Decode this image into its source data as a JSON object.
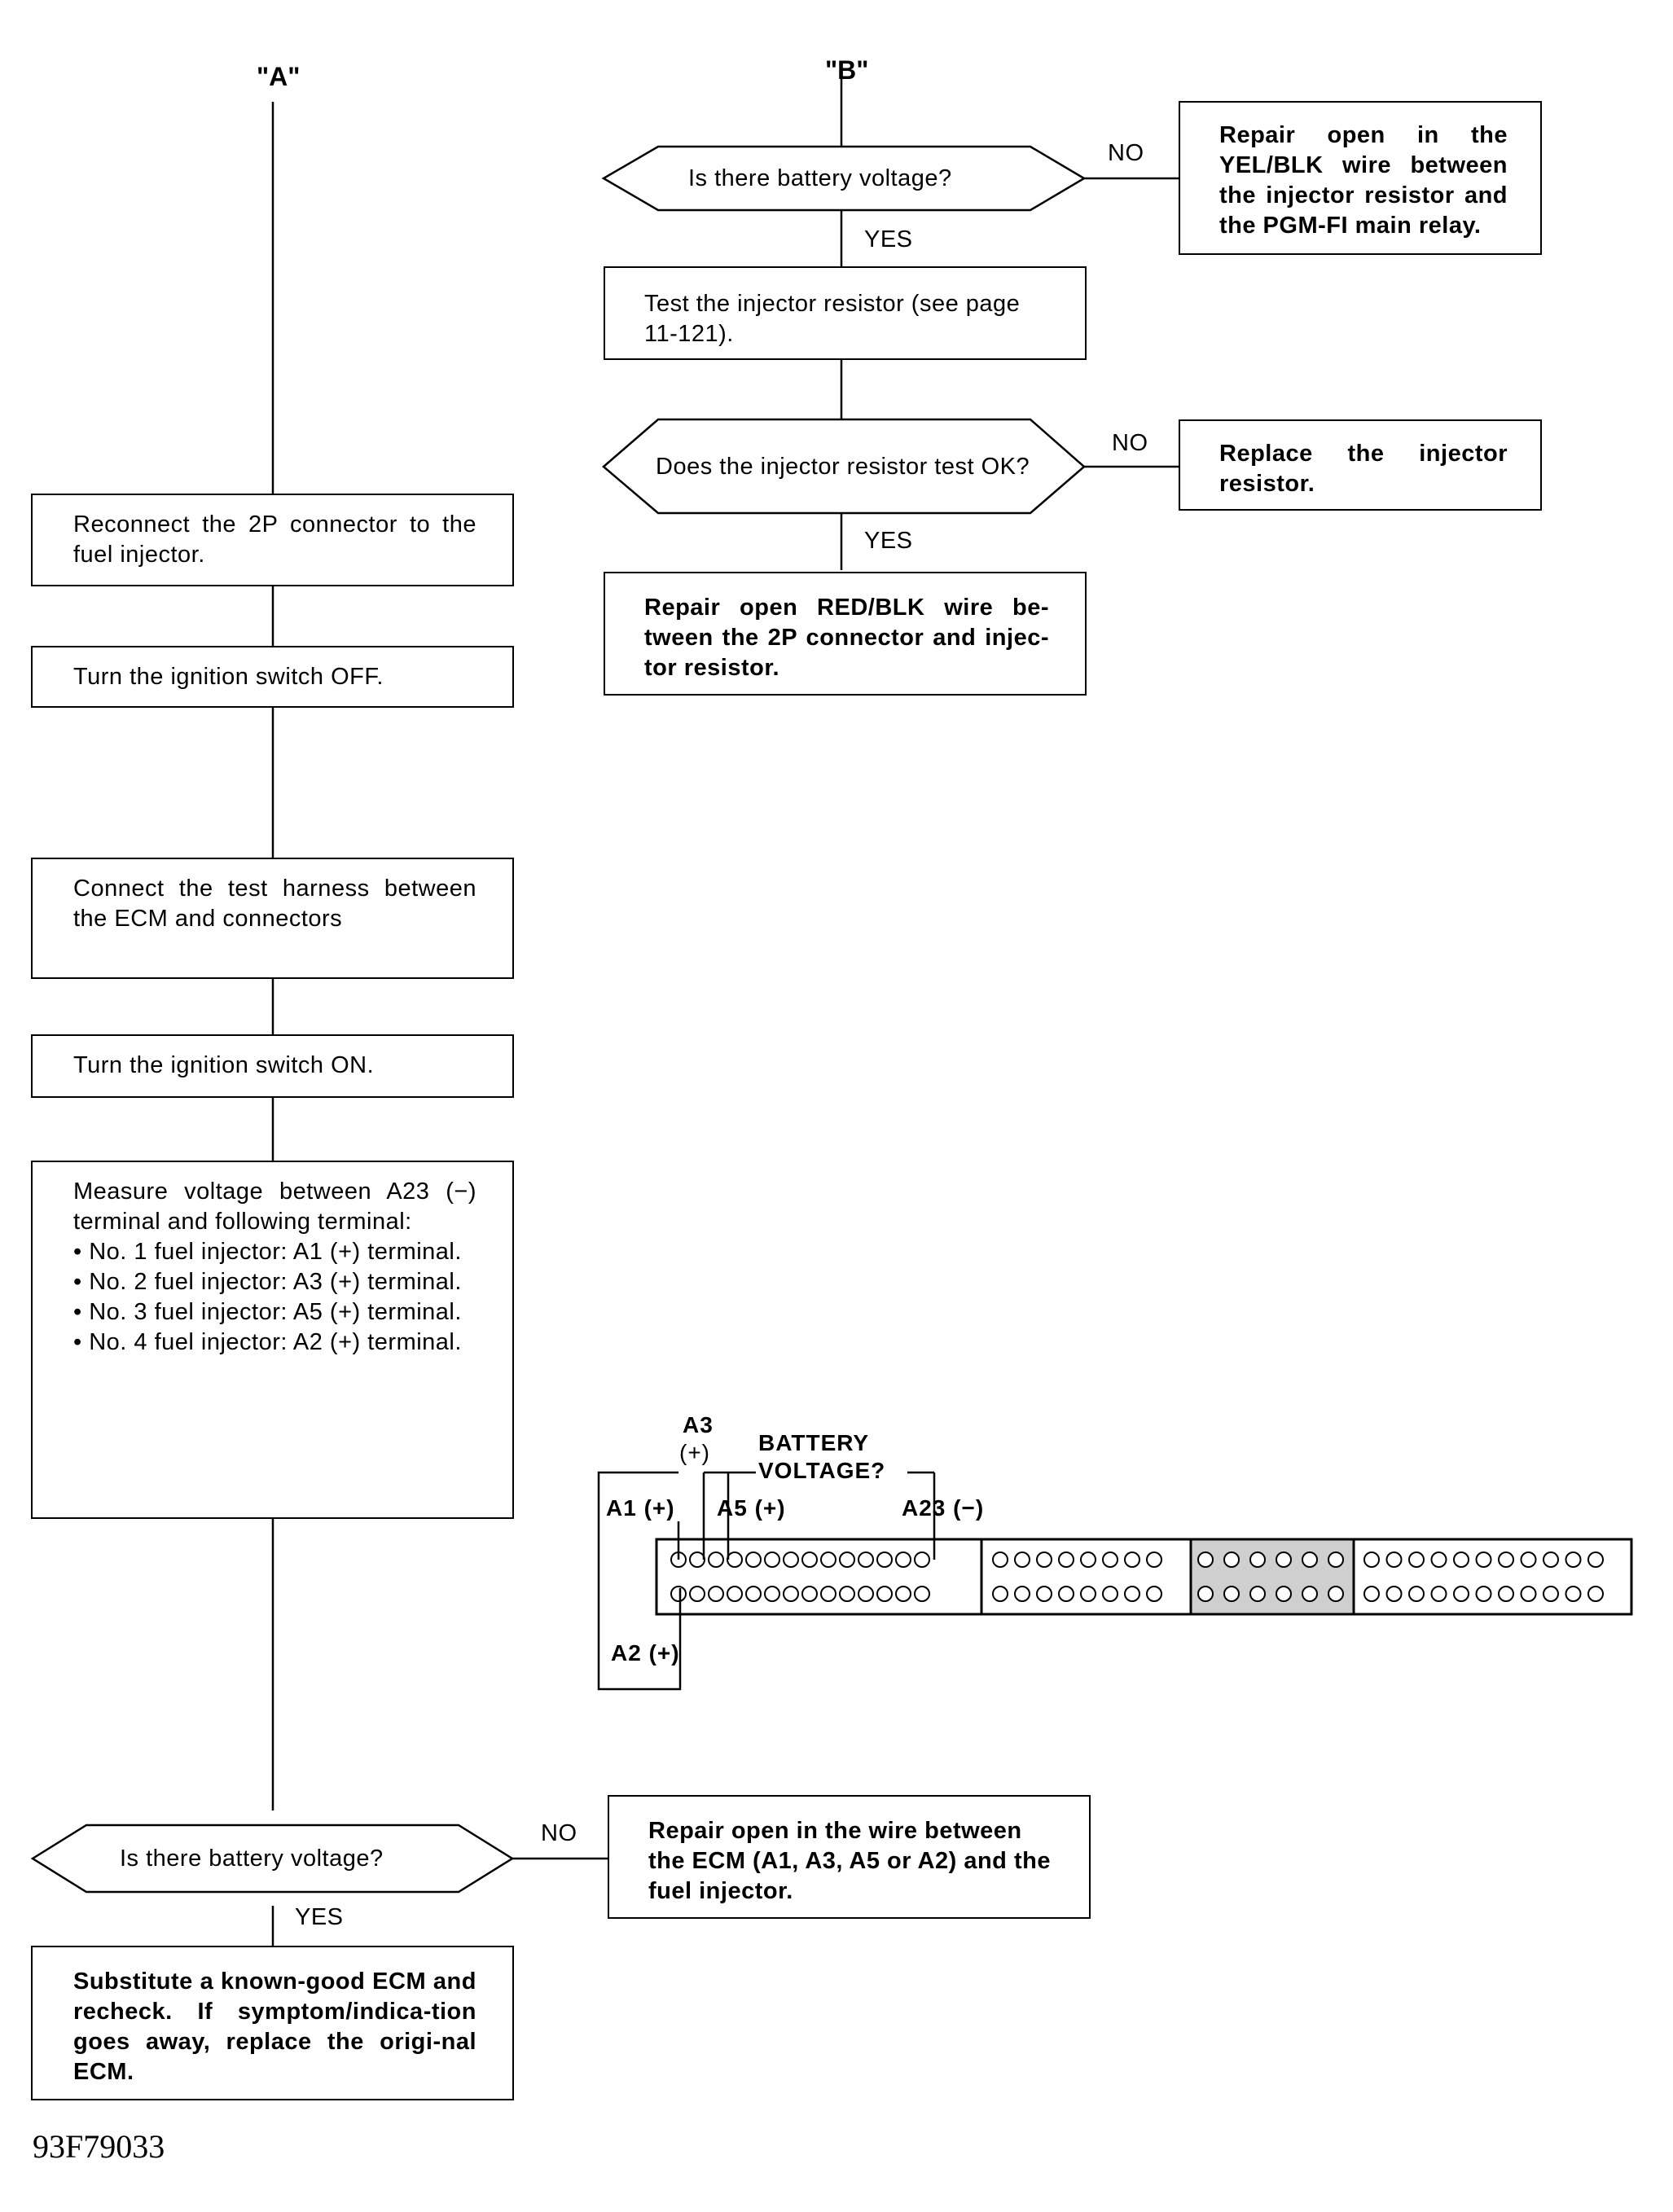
{
  "labels": {
    "col_a": "\"A\"",
    "col_b": "\"B\"",
    "yes": "YES",
    "no": "NO",
    "ref_code": "93F79033"
  },
  "col_b_flow": {
    "q1": "Is there battery voltage?",
    "repair_yel_blk": "Repair open in the YEL/BLK wire between the injector resistor and the PGM-FI main relay.",
    "test_resistor": "Test the injector resistor (see page 11-121).",
    "q2": "Does the injector resistor test OK?",
    "replace_resistor": "Replace the injector resistor.",
    "repair_red_blk": "Repair open RED/BLK wire be-tween the 2P connector and injec-tor resistor."
  },
  "col_a_flow": {
    "reconnect": "Reconnect the 2P connector to the fuel injector.",
    "ign_off": "Turn the ignition switch OFF.",
    "connect_harness": "Connect the test harness between the ECM and connectors",
    "ign_on": "Turn the ignition switch ON.",
    "measure_intro": "Measure voltage between A23 (−) terminal and following terminal:",
    "measure_items": [
      "• No. 1 fuel injector: A1 (+) terminal.",
      "• No. 2 fuel injector: A3 (+) terminal.",
      "• No. 3 fuel injector: A5 (+) terminal.",
      "• No. 4 fuel injector: A2 (+) terminal."
    ],
    "q3": "Is there battery voltage?",
    "repair_ecm_wire": "Repair open in the wire between the ECM (A1, A3, A5 or A2) and the fuel injector.",
    "substitute_ecm": "Substitute a known-good ECM and recheck. If symptom/indica-tion goes away, replace the origi-nal ECM."
  },
  "connector": {
    "a3": "A3",
    "a3_sign": "(+)",
    "battery": "BATTERY",
    "voltage": "VOLTAGE?",
    "a1": "A1 (+)",
    "a5": "A5 (+)",
    "a23": "A23 (−)",
    "a2": "A2 (+)"
  }
}
